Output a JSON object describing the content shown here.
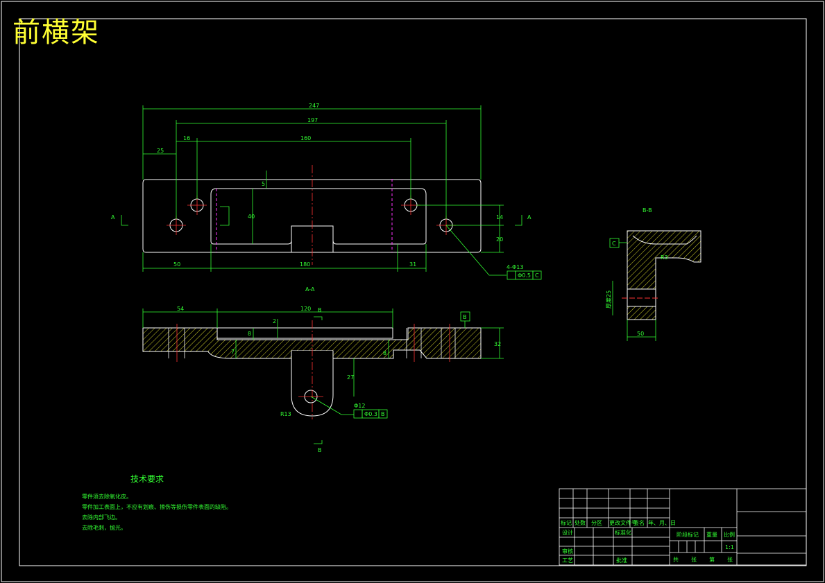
{
  "title": "前横架",
  "dimensions": {
    "top": [
      "247",
      "197",
      "160",
      "25",
      "16"
    ],
    "bottom": [
      "50",
      "180",
      "31"
    ],
    "right": [
      "14",
      "20"
    ],
    "center": [
      "40",
      "5"
    ],
    "section_top": [
      "54",
      "120"
    ],
    "section_right": "32",
    "section_mid": [
      "2",
      "8",
      "7",
      "8"
    ],
    "section_lower": [
      "27",
      "R13"
    ],
    "side_width": "50",
    "side_height": "厚度25"
  },
  "view_labels": {
    "a_left": "A",
    "a_right": "A",
    "section_aa": "A-A",
    "b_top": "B",
    "b_bottom": "B",
    "section_bb": "B-B"
  },
  "callouts": {
    "hole_top": "4-Φ13",
    "hole_top_tol": "Φ0.5",
    "hole_top_ref": "C",
    "datum_b": "B",
    "datum_c": "C",
    "hole_low": "Φ12",
    "hole_low_tol": "Φ0.3",
    "hole_low_ref": "B",
    "side_radius": "R3"
  },
  "tech": {
    "heading": "技术要求",
    "lines": [
      "零件须去除氧化皮。",
      "零件加工表面上，不应有划痕、擦伤等损伤零件表面的缺陷。",
      "去除内部飞边。",
      "去除毛刺，抛光。"
    ]
  },
  "title_block": {
    "headers": [
      "标记",
      "处数",
      "分区",
      "更改文件号",
      "签名",
      "年、月、日"
    ],
    "design": "设计",
    "standard": "标准化",
    "review": "审核",
    "process": "工艺",
    "approve": "批准",
    "stage": "阶段标记",
    "weight": "重量",
    "scale_label": "比例",
    "scale_value": "1:1",
    "sheets": [
      "共",
      "张",
      "第",
      "张"
    ]
  },
  "colors": {
    "outline": "#ffffff",
    "dimension": "#33ff33",
    "centerline": "#ff3333",
    "hidden": "#ff33ff",
    "title": "#ffff33",
    "hatch": "#ffff33"
  }
}
